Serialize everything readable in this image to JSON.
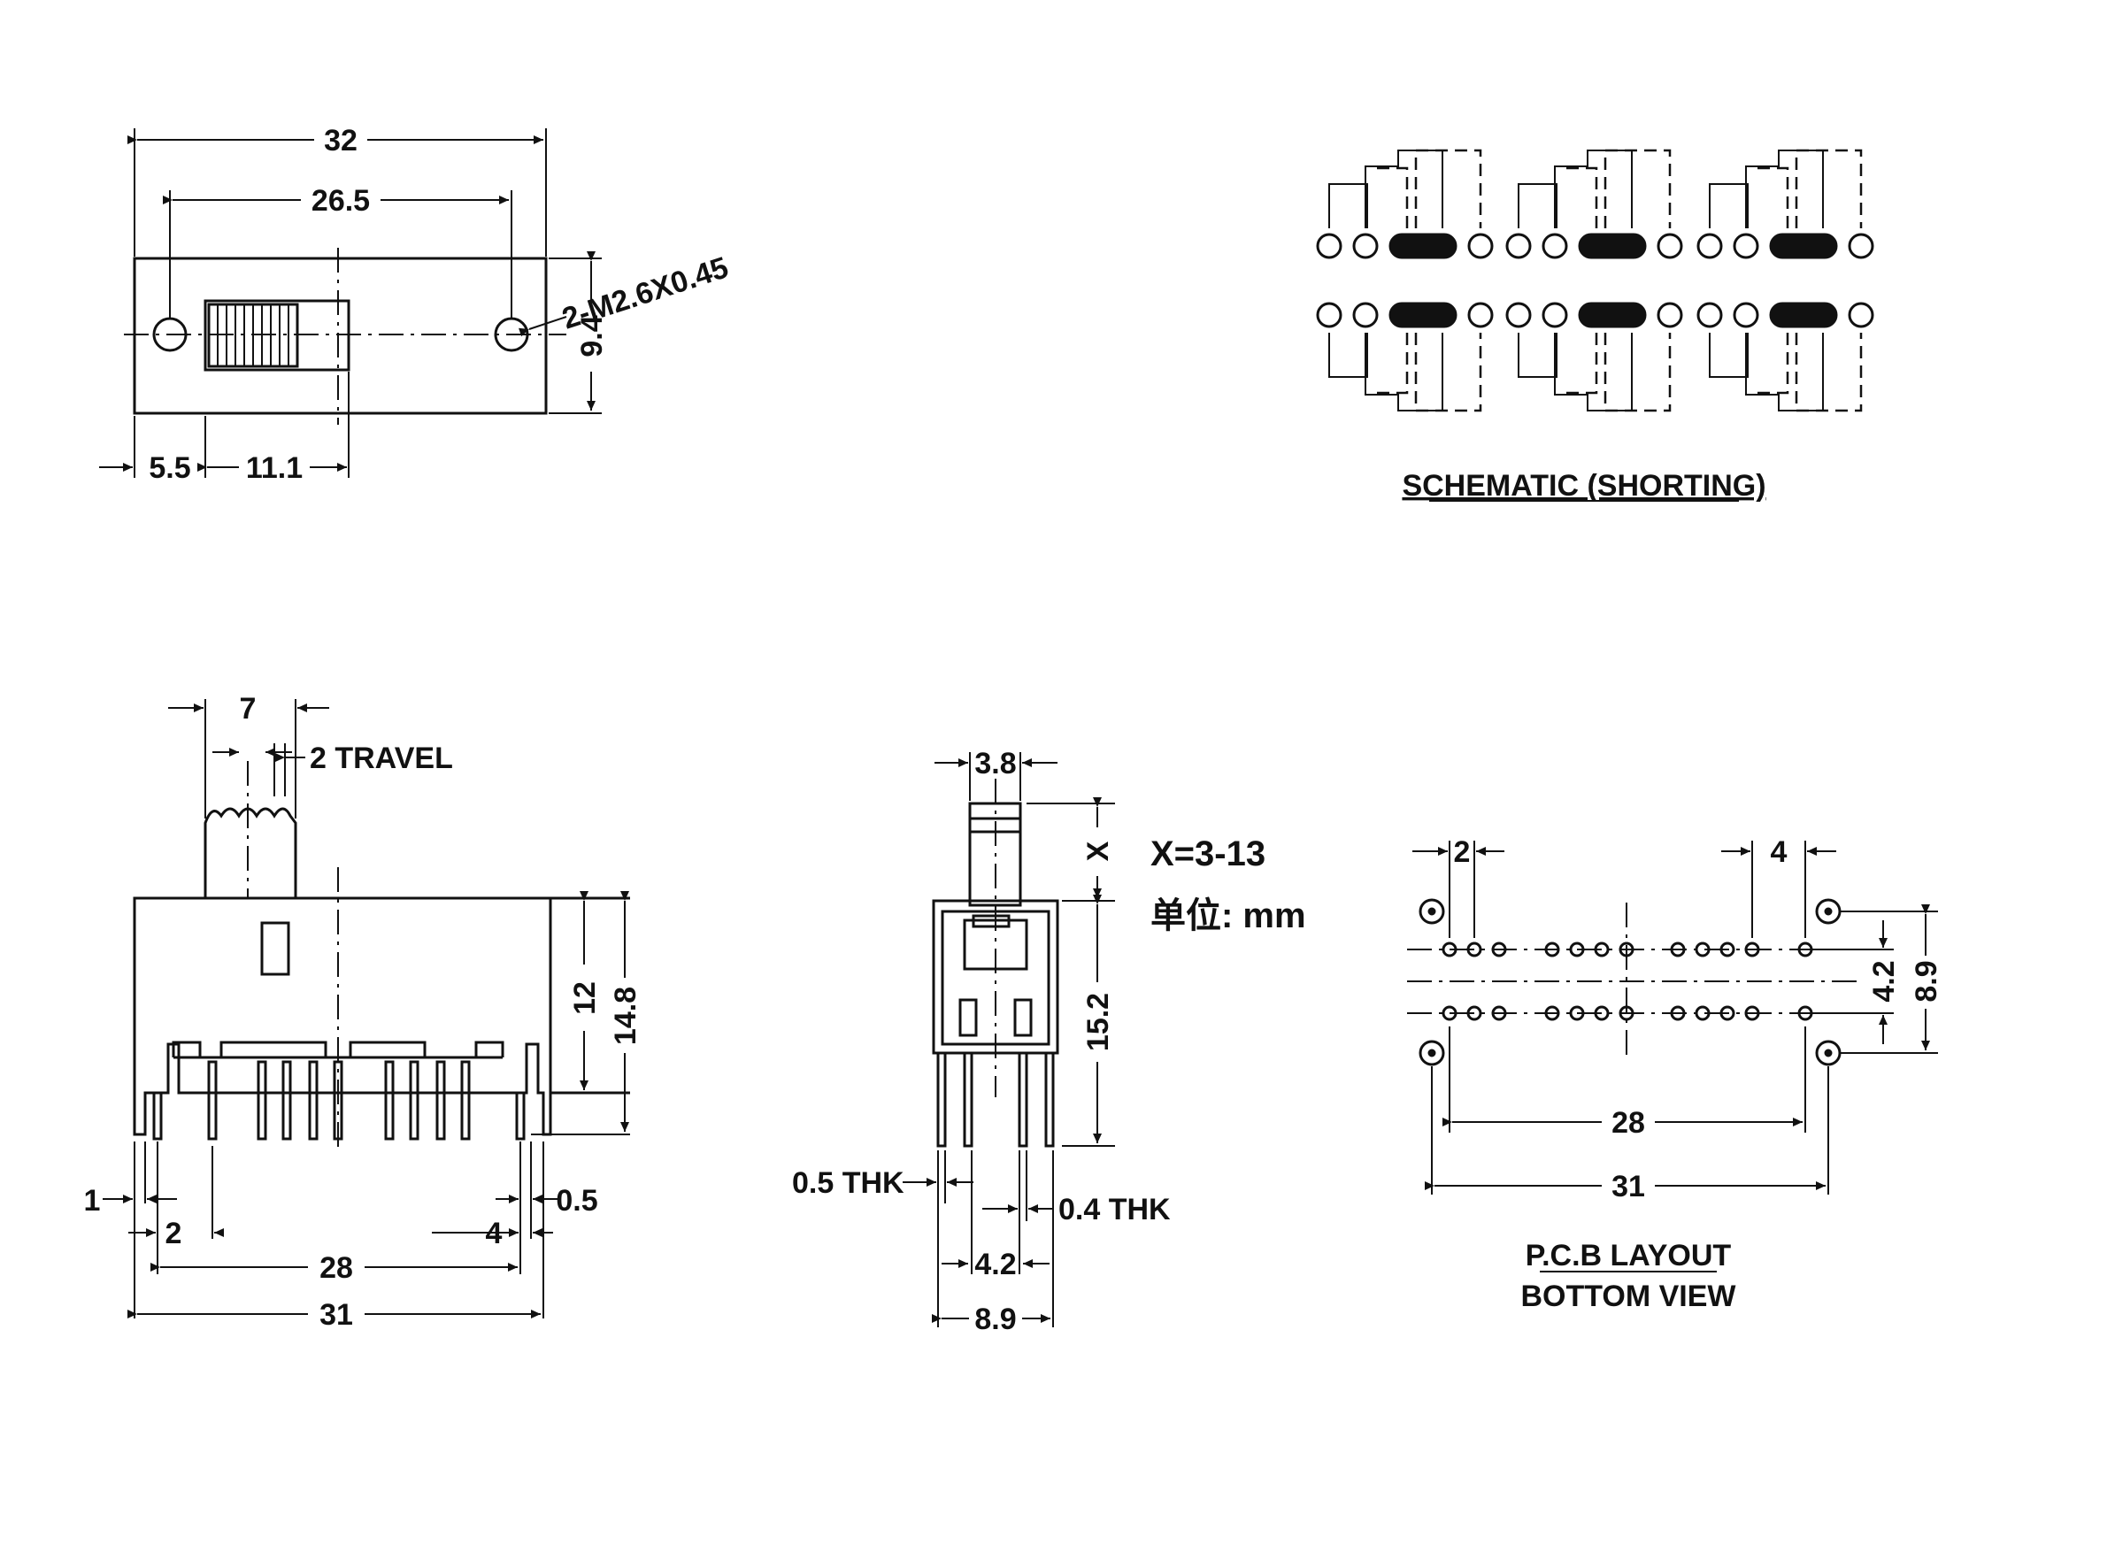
{
  "top_view": {
    "dim_overall": "32",
    "dim_hole_spacing": "26.5",
    "dim_mount_thread": "2-M2.6X0.45",
    "dim_height": "9.4",
    "dim_hole_offset": "5.5",
    "dim_slider_width": "11.1"
  },
  "schematic": {
    "title": "SCHEMATIC (SHORTING)"
  },
  "front_view": {
    "dim_actuator": "7",
    "dim_travel": "2 TRAVEL",
    "dim_height_12": "12",
    "dim_height_14_8": "14.8",
    "dim_pin_1": "1",
    "dim_pin_0_5": "0.5",
    "dim_pin_2": "2",
    "dim_pin_4": "4",
    "dim_28": "28",
    "dim_31": "31"
  },
  "side_view": {
    "dim_3_8": "3.8",
    "dim_x": "X",
    "x_range": "X=3-13",
    "unit_label": "单位: mm",
    "dim_15_2": "15.2",
    "thk_0_5": "0.5 THK",
    "thk_0_4": "0.4 THK",
    "dim_4_2": "4.2",
    "dim_8_9": "8.9"
  },
  "pcb_layout": {
    "dim_2": "2",
    "dim_4": "4",
    "dim_4_2": "4.2",
    "dim_8_9": "8.9",
    "dim_28": "28",
    "dim_31": "31",
    "title_line1": "P.C.B LAYOUT",
    "title_line2": "BOTTOM VIEW"
  }
}
